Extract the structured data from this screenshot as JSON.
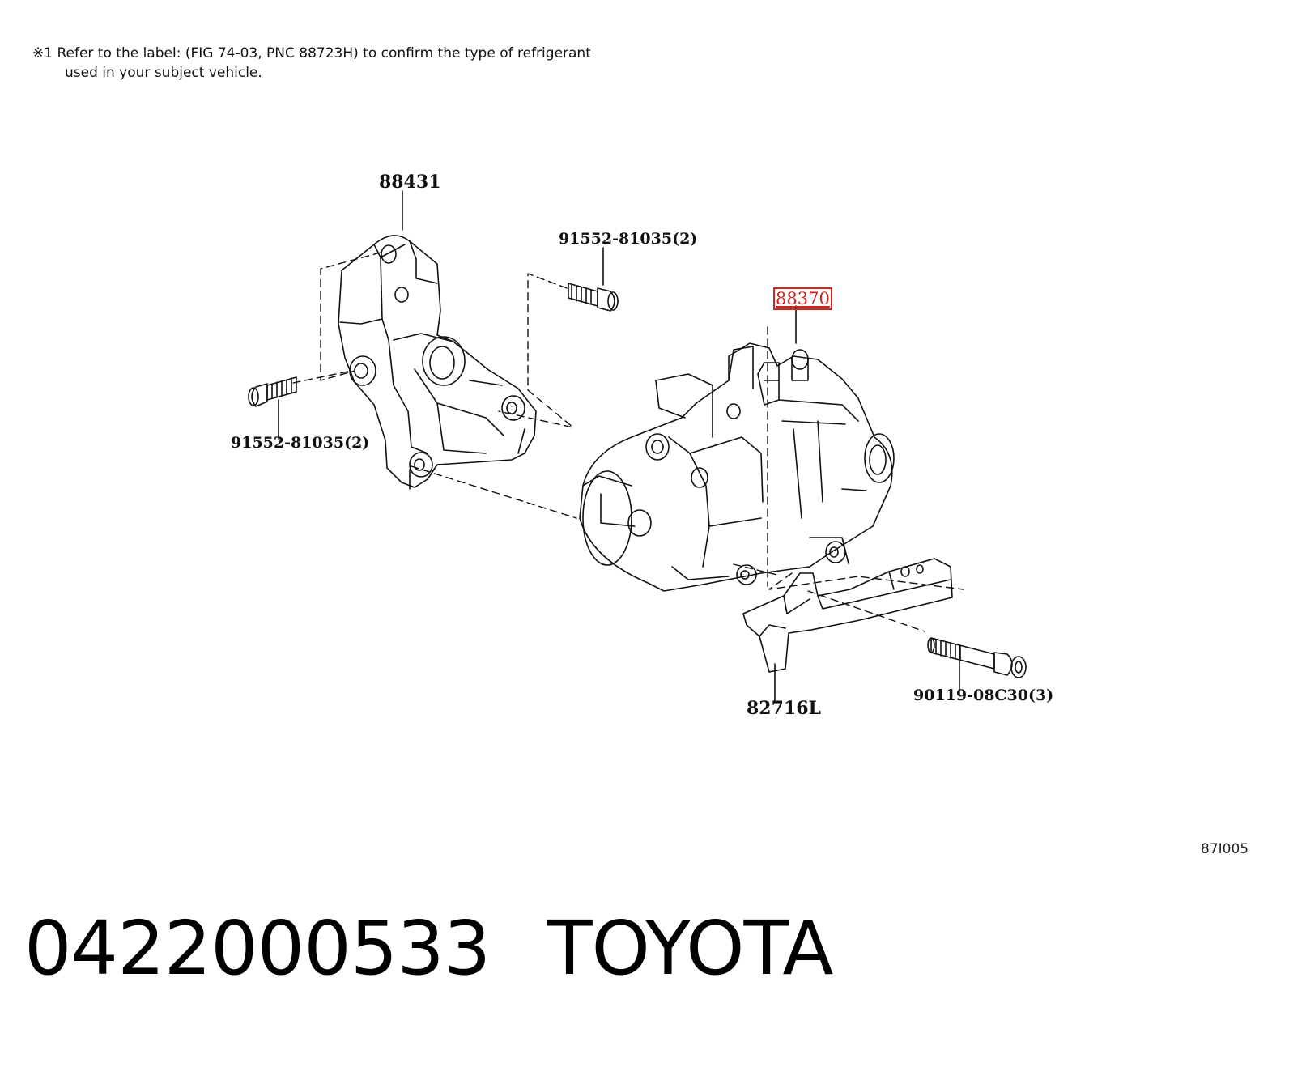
{
  "note": {
    "line1": "※1  Refer to the label: (FIG 74-03, PNC 88723H) to confirm the type of refrigerant",
    "line2": "used in your subject vehicle."
  },
  "callouts": {
    "bracket_top": "88431",
    "bolt_top": "91552-81035(2)",
    "compressor": "88370",
    "bolt_left": "91552-81035(2)",
    "bracket_bottom": "82716L",
    "bolt_bottom": "90119-08C30(3)"
  },
  "figure_code": "87I005",
  "footer": {
    "part_number": "0422000533",
    "brand": "TOYOTA"
  },
  "colors": {
    "highlight": "#dd2222",
    "line": "#111111"
  }
}
